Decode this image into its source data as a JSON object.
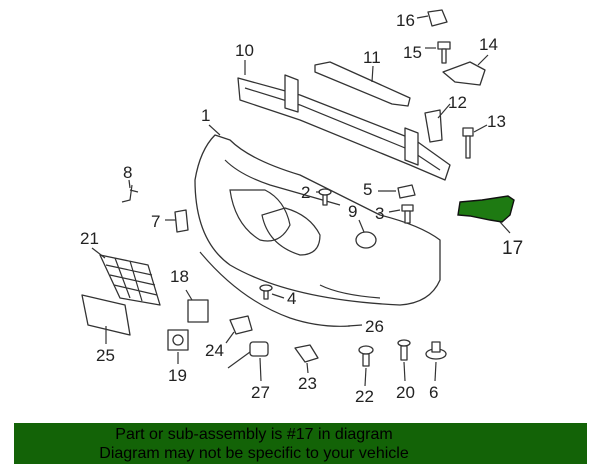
{
  "diagram": {
    "labels": [
      "1",
      "2",
      "3",
      "4",
      "5",
      "6",
      "7",
      "8",
      "9",
      "10",
      "11",
      "12",
      "13",
      "14",
      "15",
      "16",
      "17",
      "18",
      "19",
      "20",
      "21",
      "22",
      "23",
      "24",
      "25",
      "26",
      "27"
    ],
    "highlight_part": "17",
    "highlight_color": "#1e7a12"
  },
  "banner": {
    "line1": "Part or sub-assembly is #17 in diagram",
    "line2": "Diagram may not be specific to your vehicle",
    "background": "#136307"
  }
}
